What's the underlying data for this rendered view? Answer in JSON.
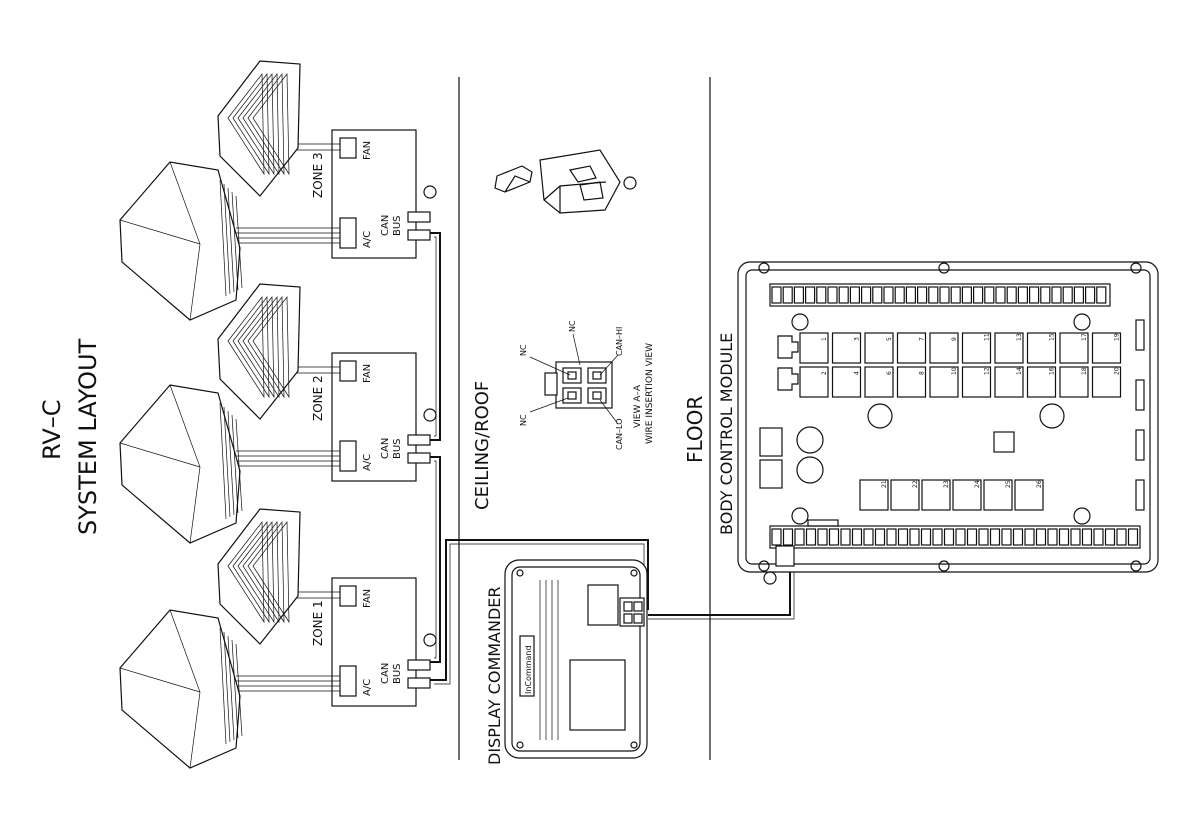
{
  "title": {
    "line1": "RV–C",
    "line2": "SYSTEM  LAYOUT"
  },
  "zones": [
    {
      "label": "ZONE 1",
      "fan": "FAN",
      "ac": "A/C",
      "can": "CAN",
      "bus": "BUS"
    },
    {
      "label": "ZONE 2",
      "fan": "FAN",
      "ac": "A/C",
      "can": "CAN",
      "bus": "BUS"
    },
    {
      "label": "ZONE 3",
      "fan": "FAN",
      "ac": "A/C",
      "can": "CAN",
      "bus": "BUS"
    }
  ],
  "sections": {
    "ceiling": "CEILING/ROOF",
    "floor": "FLOOR",
    "display_commander": "DISPLAY  COMMANDER",
    "body_control_module": "BODY  CONTROL  MODULE"
  },
  "connector_view": {
    "nc_top_left": "NC",
    "nc_top": "NC",
    "nc_bottom": "NC",
    "can_hi": "CAN–HI",
    "can_lo": "CAN–LO",
    "view_title": "VIEW  A–A",
    "view_subtitle": "WIRE  INSERTION  VIEW"
  },
  "display_brand": "InCommand",
  "relay_numbers_top": [
    "1",
    "3",
    "5",
    "7",
    "9",
    "11",
    "13",
    "15",
    "17",
    "19"
  ],
  "relay_numbers_bottom": [
    "2",
    "4",
    "6",
    "8",
    "10",
    "12",
    "14",
    "16",
    "18",
    "20"
  ],
  "relay_numbers_lower": [
    "21",
    "22",
    "23",
    "24",
    "25",
    "26"
  ]
}
